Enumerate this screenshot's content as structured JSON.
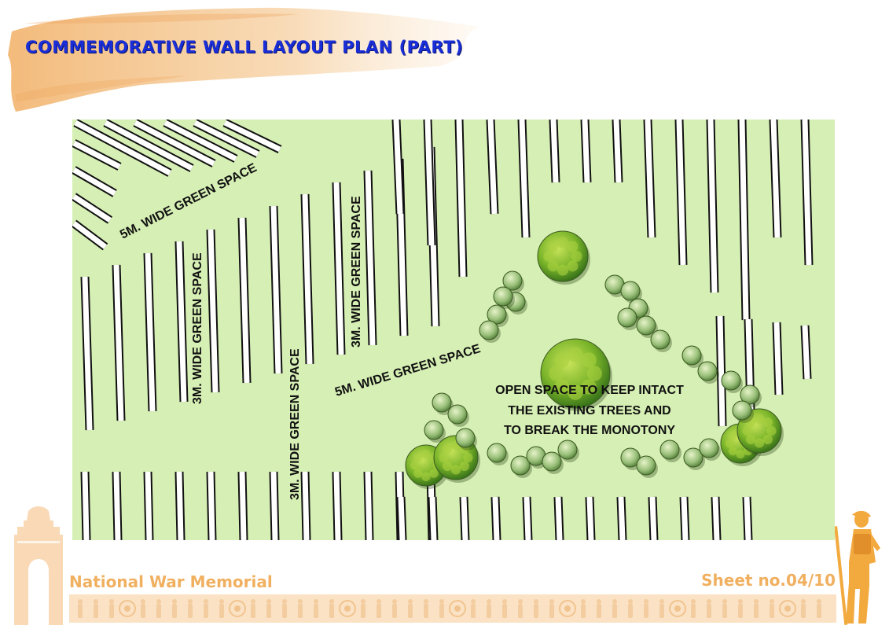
{
  "header": {
    "title": "COMMEMORATIVE WALL LAYOUT PLAN (PART)"
  },
  "plan": {
    "labels": {
      "green_5m_top": "5M. WIDE GREEN SPACE",
      "green_3m_left": "3M. WIDE GREEN SPACE",
      "green_3m_mid": "3M. WIDE GREEN SPACE",
      "green_3m_upper": "3M. WIDE GREEN SPACE",
      "green_5m_center": "5M. WIDE GREEN SPACE"
    },
    "open_space_lines": [
      "OPEN SPACE TO KEEP INTACT",
      "THE EXISTING TREES AND",
      "TO BREAK THE MONOTONY"
    ]
  },
  "footer": {
    "project": "National War Memorial",
    "sheet": "Sheet no.04/10"
  },
  "colors": {
    "title": "#1a2ed8",
    "lawn": "#d6efb4",
    "footer": "#f0b060",
    "splash": "#f3c58e"
  },
  "icons": {
    "left": "india-gate-icon",
    "right": "soldier-statue-icon",
    "frieze": "soldier-frieze-icon"
  }
}
